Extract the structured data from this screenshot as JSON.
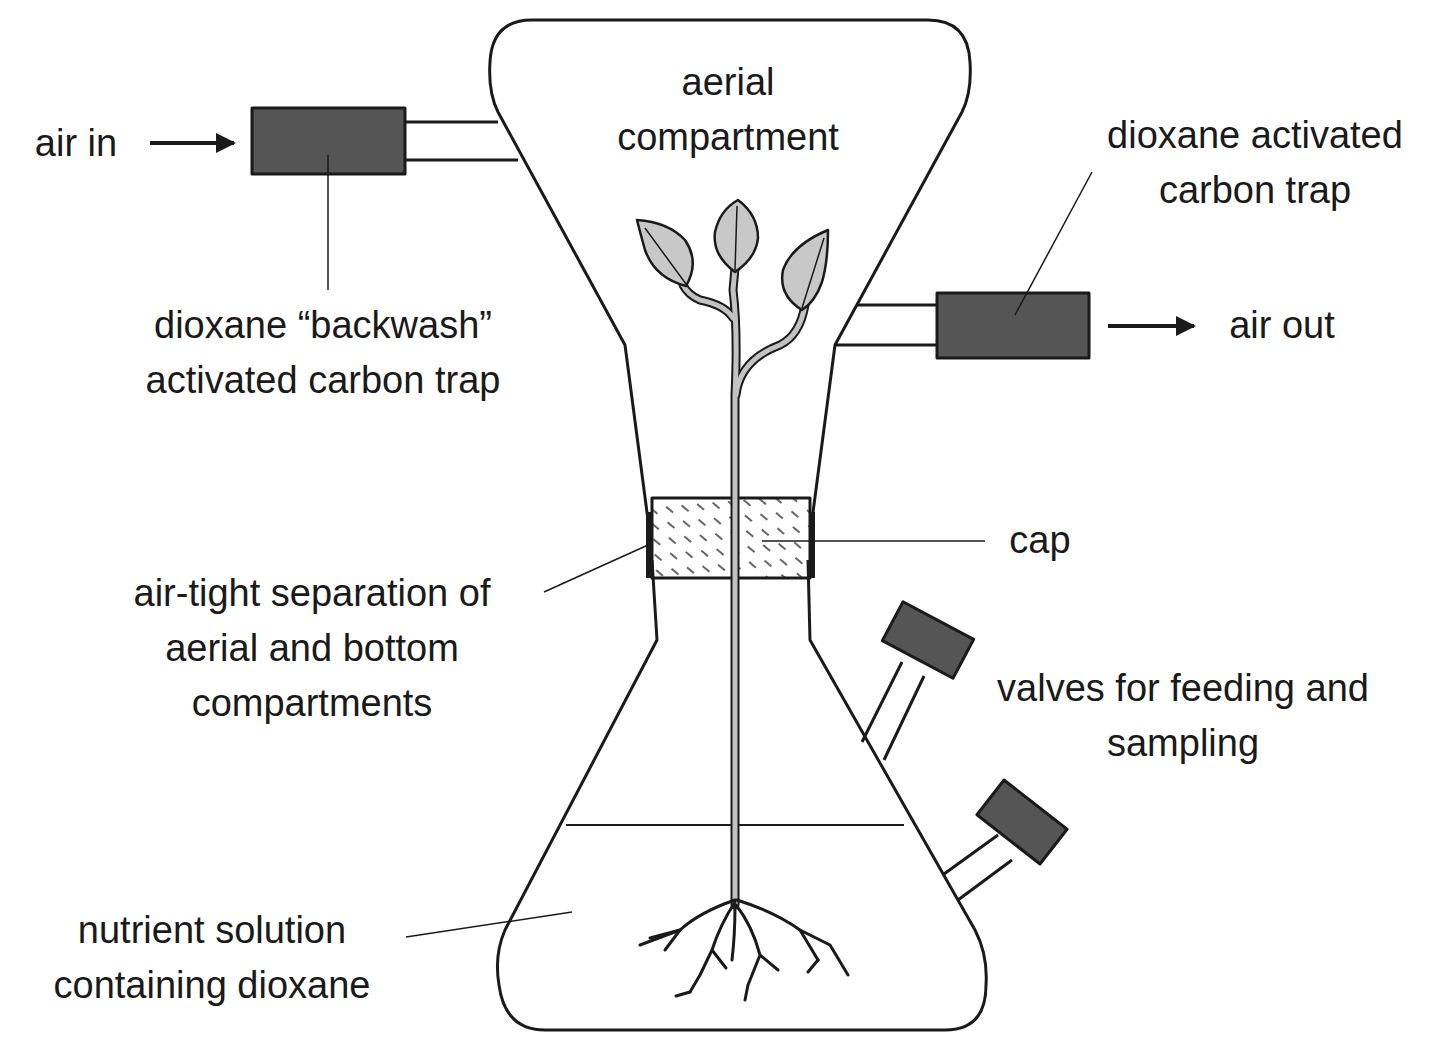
{
  "diagram": {
    "labels": [
      "air in",
      "aerial compartment",
      "dioxane activated carbon trap",
      "dioxane “backwash” activated carbon trap",
      "air out",
      "cap",
      "air-tight separation of aerial and bottom compartments",
      "valves for feeding and sampling",
      "nutrient solution containing dioxane"
    ]
  }
}
